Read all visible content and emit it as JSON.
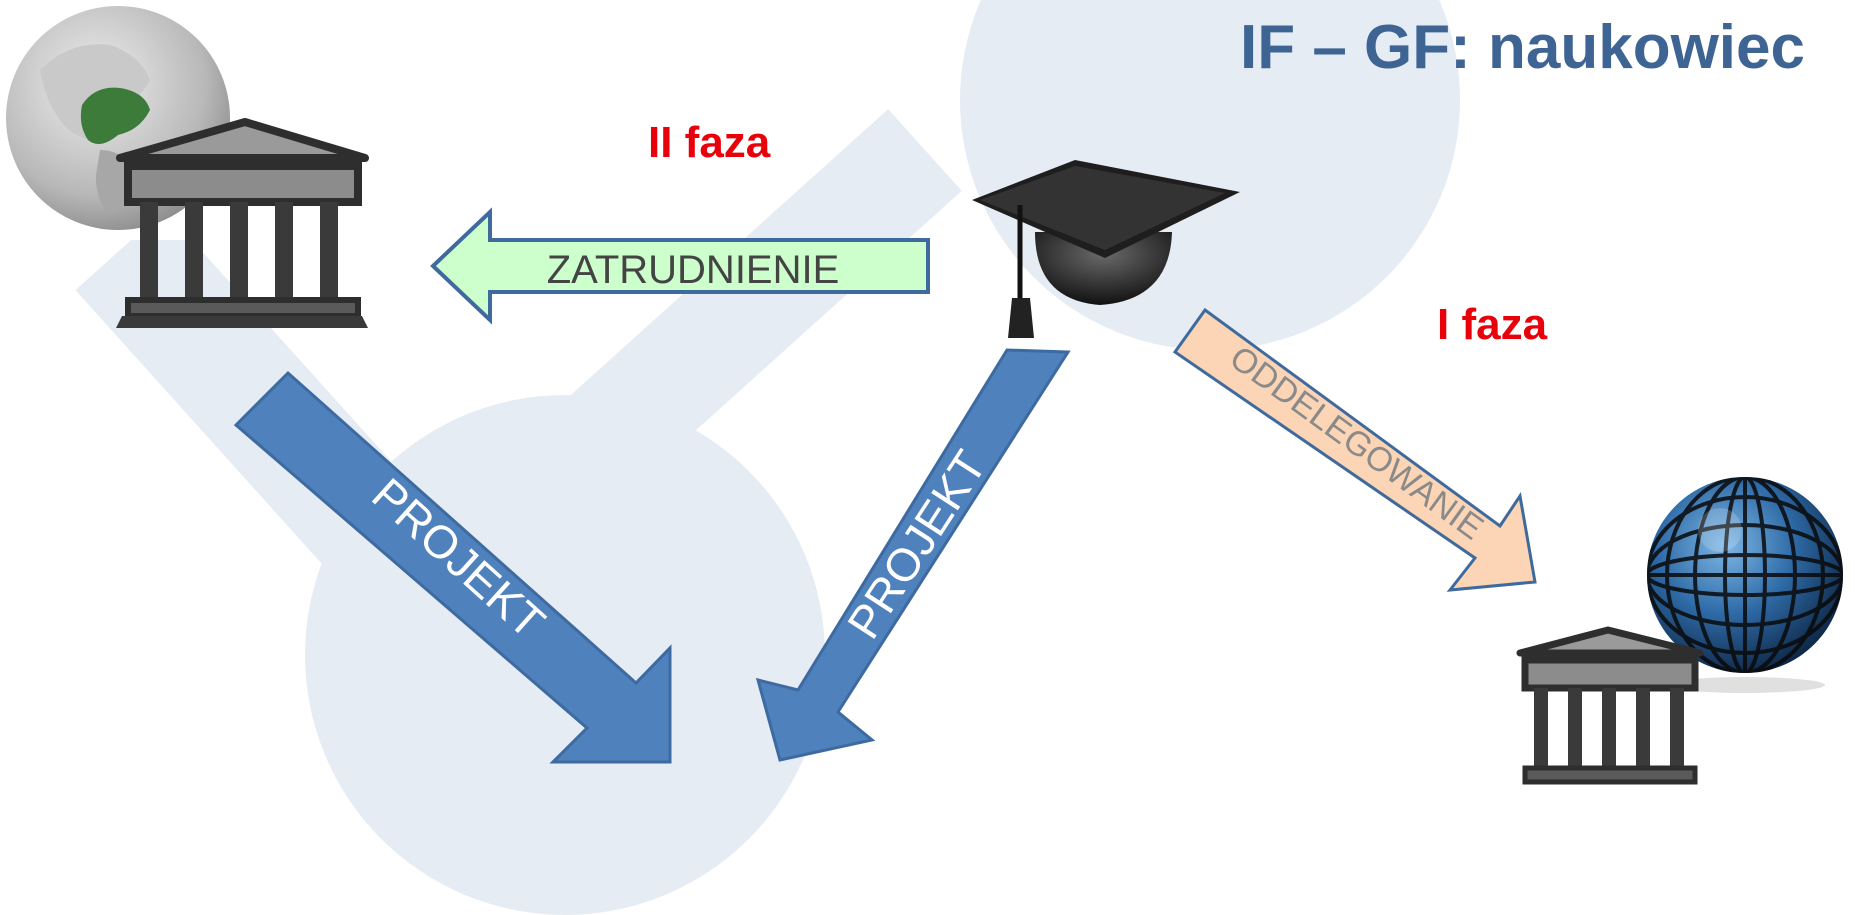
{
  "title": "IF – GF: naukowiec",
  "phases": {
    "phase2": "II faza",
    "phase1": "I faza"
  },
  "arrows": {
    "employment": "ZATRUDNIENIE",
    "project_left": "PROJEKT",
    "project_right": "PROJEKT",
    "delegation": "ODDELEGOWANIE"
  },
  "icons": {
    "europe_globe": "europe-globe-icon",
    "host_institution": "institution-building-icon",
    "graduation_cap": "graduation-cap-icon",
    "photo_globe": "photo-globe-icon",
    "partner_institution": "institution-building-icon"
  },
  "colors": {
    "title": "#3e6494",
    "phase": "#e8000b",
    "project_arrow": "#4f81bd",
    "employment_arrow": "#ccffcc",
    "delegation_arrow": "#fbd5b5",
    "background_shapes": "#e6ecf4"
  }
}
